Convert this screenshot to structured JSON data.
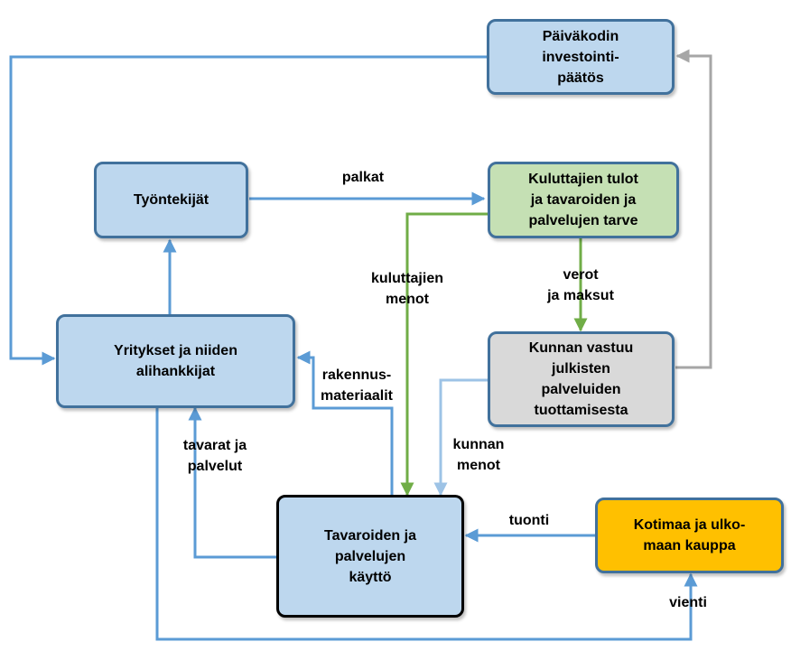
{
  "colors": {
    "box_blue_fill": "#bdd7ee",
    "box_blue_border": "#41719c",
    "box_green_fill": "#c5e0b4",
    "box_gray_fill": "#d9d9d9",
    "box_orange_fill": "#ffc000",
    "arrow_blue": "#5b9bd5",
    "arrow_green": "#70ad47",
    "arrow_gray": "#a6a6a6",
    "arrow_lightblue": "#9dc3e6",
    "thick_border": "#000000"
  },
  "nodes": {
    "investment": "Päiväkodin\ninvestointi-\npäätös",
    "workers": "Työntekijät",
    "income": "Kuluttajien tulot\nja tavaroiden ja\npalvelujen tarve",
    "companies": "Yritykset ja niiden\nalihankkijat",
    "municipality": "Kunnan vastuu\njulkisten\npalveluiden\ntuottamisesta",
    "usage": "Tavaroiden ja\npalvelujen\nkäyttö",
    "trade": "Kotimaa ja ulko-\nmaan kauppa"
  },
  "edges": {
    "wages": "palkat",
    "consumer_spending": "kuluttajien\nmenot",
    "taxes": "verot\nja maksut",
    "materials": "rakennus-\nmateriaalit",
    "goods": "tavarat ja\npalvelut",
    "municipal_spending": "kunnan\nmenot",
    "imports": "tuonti",
    "exports": "vienti"
  }
}
